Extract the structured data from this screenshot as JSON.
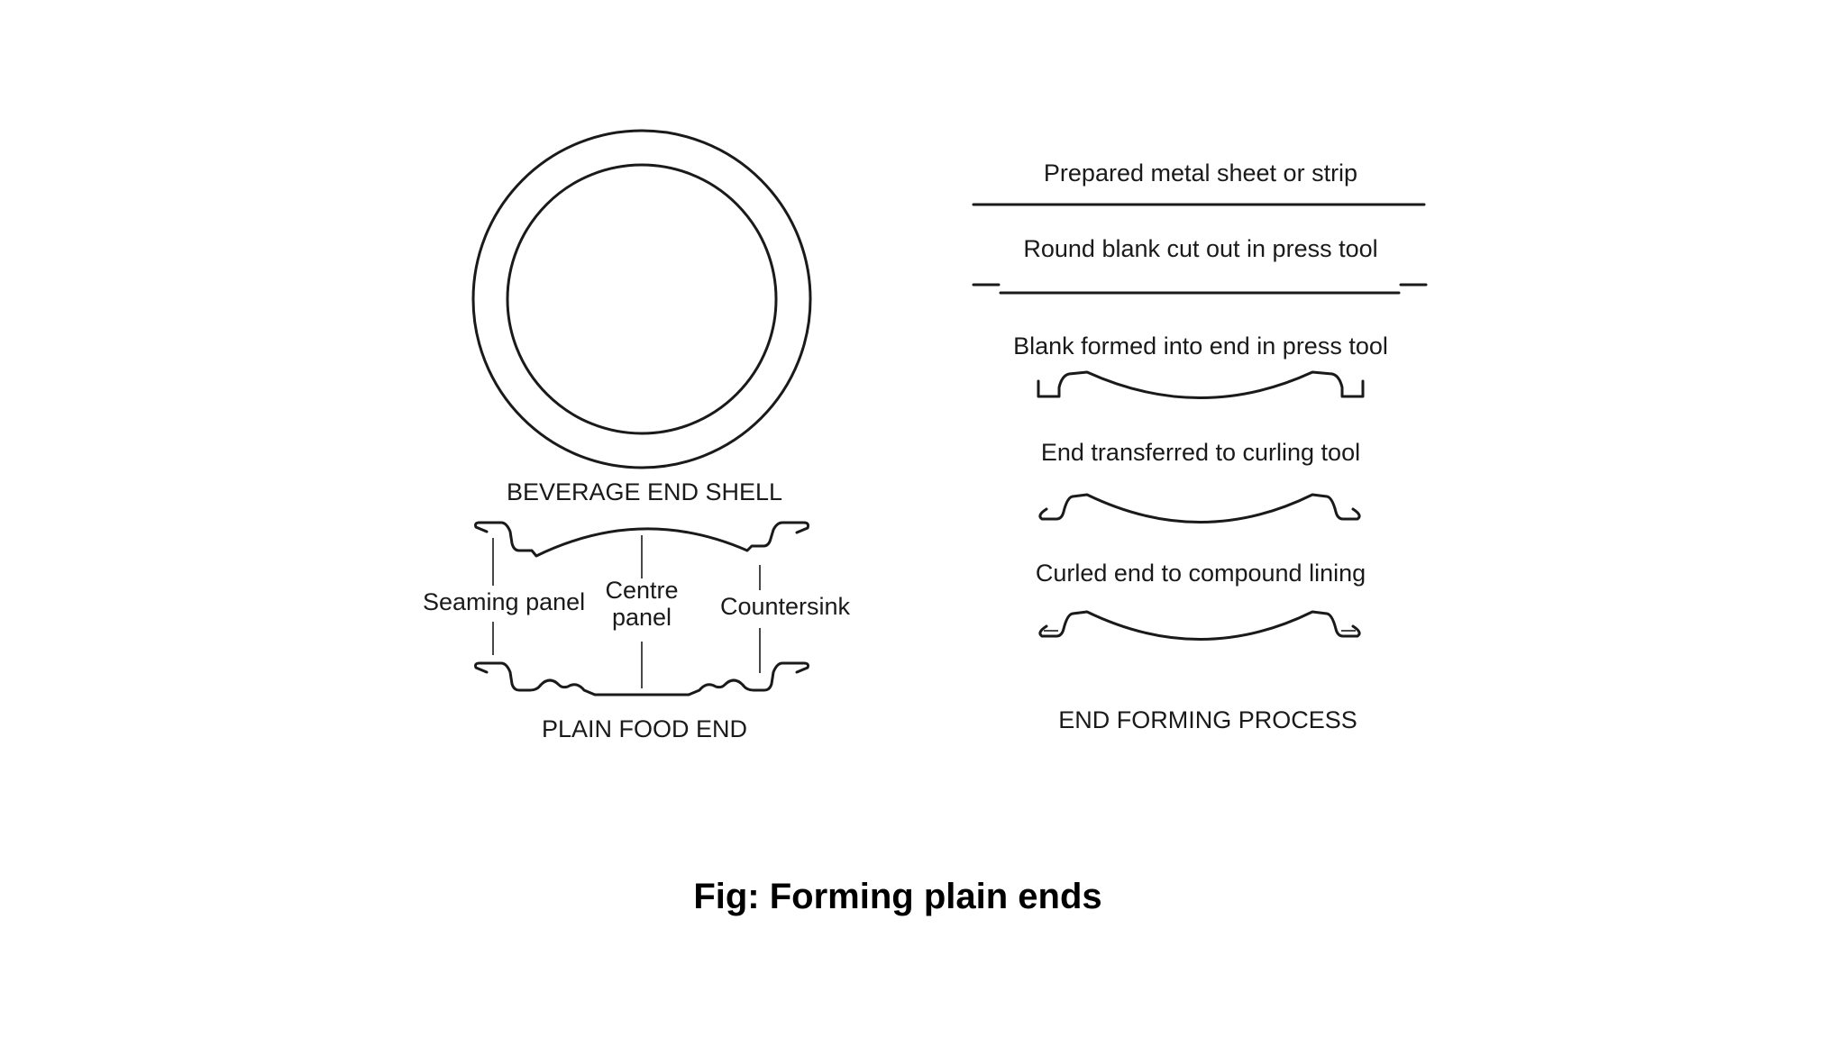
{
  "beverage_end": {
    "title": "BEVERAGE END SHELL"
  },
  "food_end": {
    "title": "PLAIN FOOD END",
    "labels": {
      "seaming_panel": "Seaming panel",
      "centre_line1": "Centre",
      "centre_line2": "panel",
      "countersink": "Countersink"
    }
  },
  "process": {
    "title": "END FORMING PROCESS",
    "steps": [
      "Prepared metal sheet or strip",
      "Round blank cut out in press tool",
      "Blank formed into end in press tool",
      "End transferred to curling tool",
      "Curled end to compound lining"
    ]
  },
  "figure": {
    "caption": "Fig: Forming plain ends"
  }
}
